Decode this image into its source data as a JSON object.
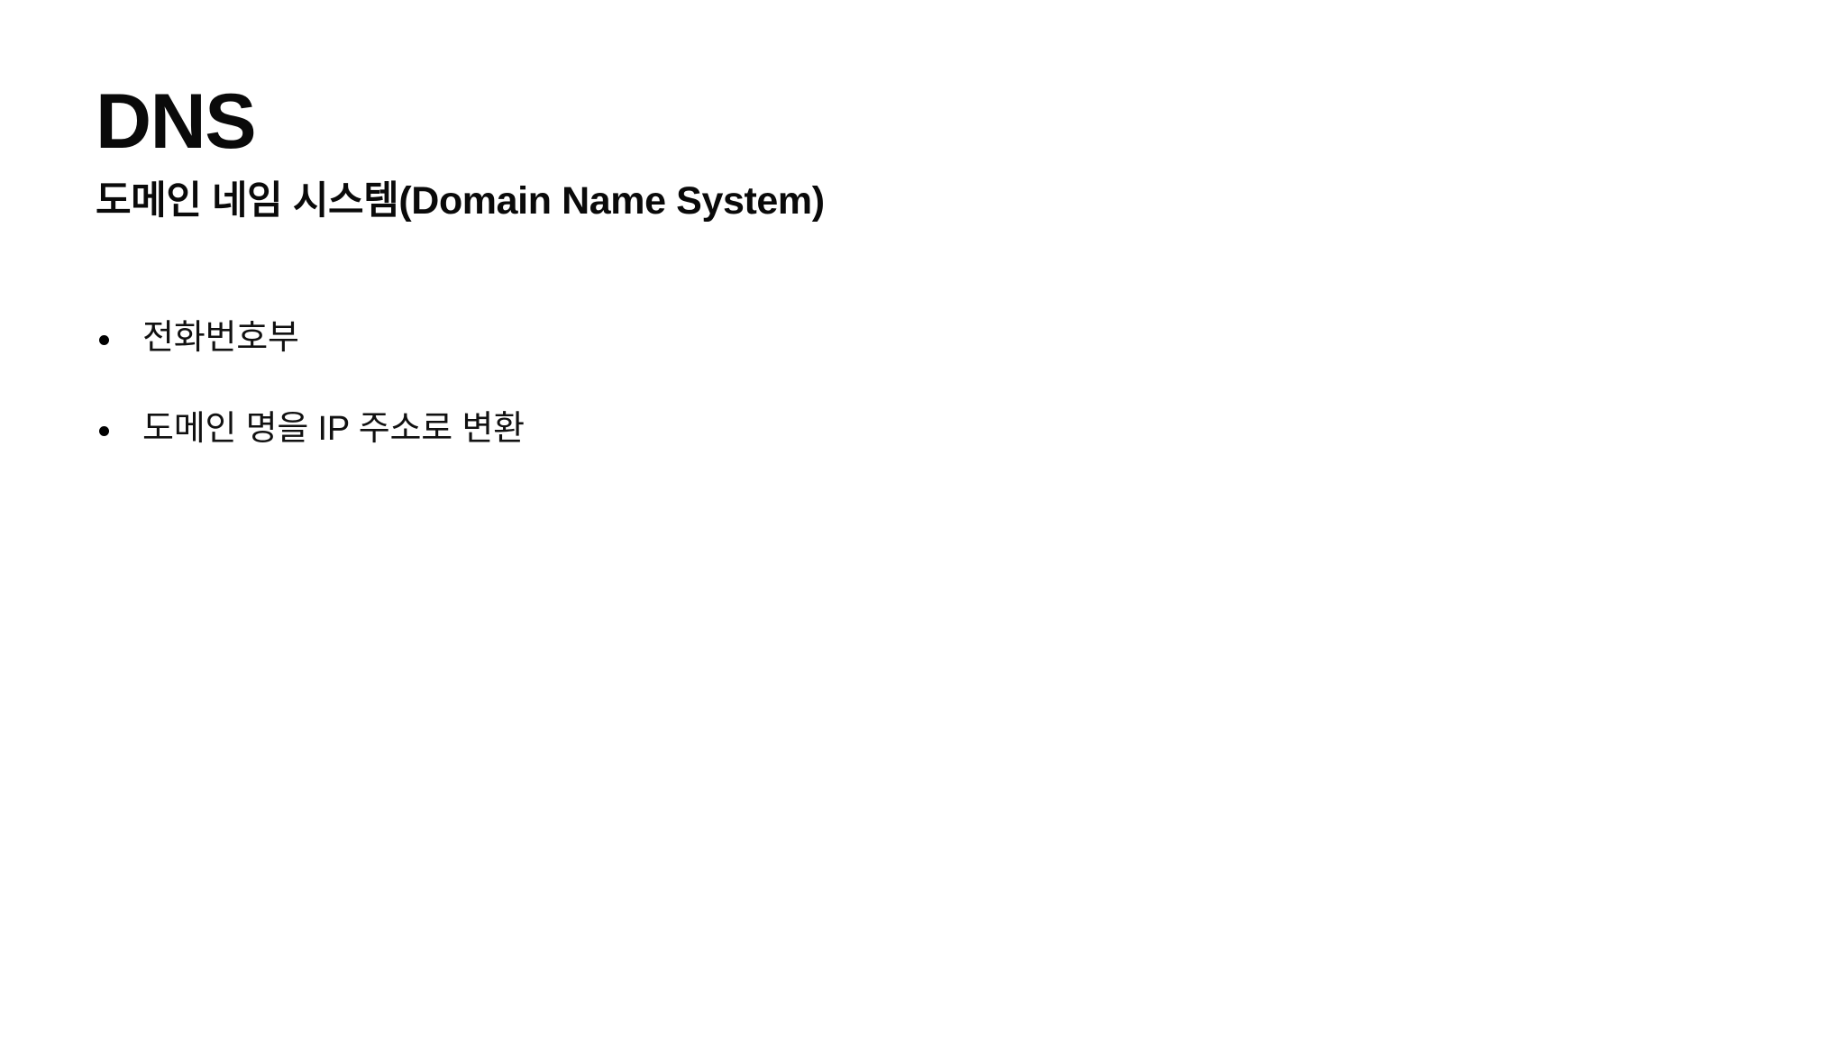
{
  "slide": {
    "title": "DNS",
    "subtitle": "도메인 네임 시스템(Domain Name System)",
    "background_color": "#ffffff",
    "text_color": "#000000",
    "bullets": [
      {
        "text": "전화번호부",
        "marker": "bullet-dot"
      },
      {
        "text": "도메인 명을 IP 주소로 변환",
        "marker": "bullet-dot"
      }
    ]
  }
}
